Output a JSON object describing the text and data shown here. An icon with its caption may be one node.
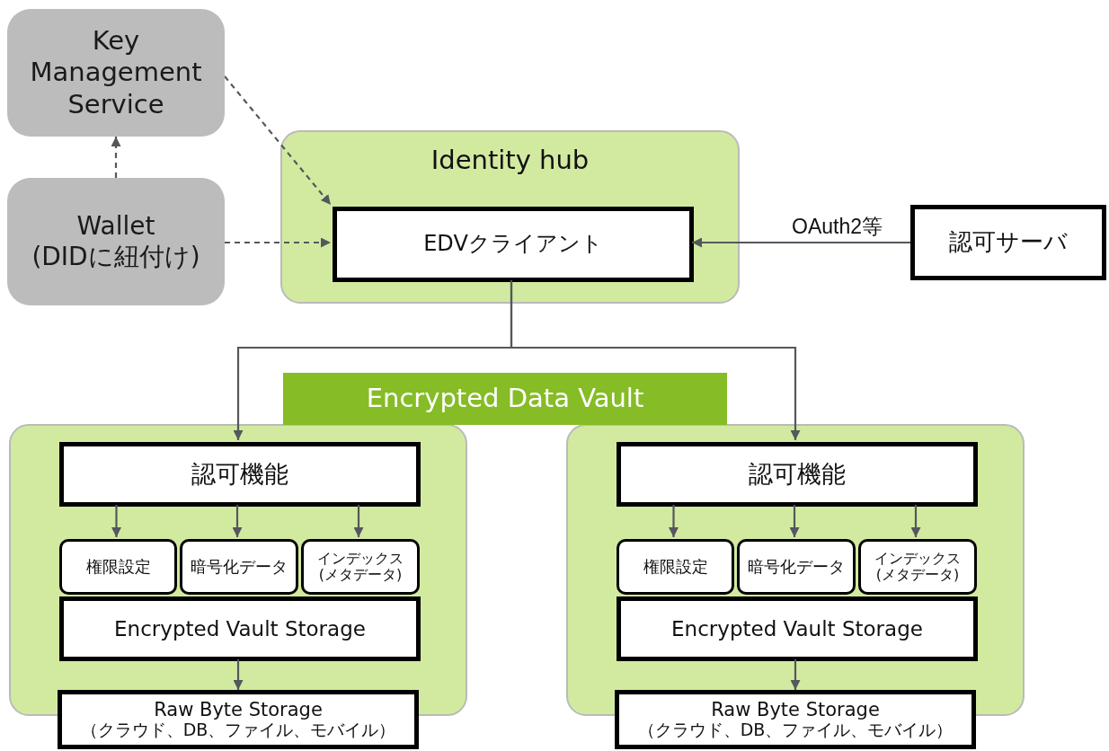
{
  "diagram": {
    "nodes": [
      {
        "text": [
          "Key Management Service"
        ]
      },
      {
        "text": [
          "Wallet (DIDに紐付け)"
        ]
      },
      {
        "text": [
          "Identity hub"
        ]
      },
      {
        "text": [
          "EDVクライアント"
        ],
        "in": 2
      },
      {
        "text": [
          "認可サーバ"
        ]
      },
      {
        "text": [
          "Encrypted Data Vault"
        ]
      },
      {
        "text": [],
        "shape": "box"
      },
      {
        "text": [
          "認可機能"
        ],
        "in": 6
      },
      {
        "text": [
          "権限設定"
        ],
        "in": 6
      },
      {
        "text": [
          "暗号化データ"
        ],
        "in": 6
      },
      {
        "text": [
          "インデックス (メタデータ)"
        ],
        "in": 6
      },
      {
        "text": [
          "Encrypted Vault Storage"
        ],
        "in": 6
      },
      {
        "text": [
          "Raw Byte Storage",
          "（クラウド、DB、ファイル、モバイル）"
        ]
      },
      {
        "text": [],
        "shape": "box"
      },
      {
        "text": [
          "認可機能"
        ],
        "in": 13
      },
      {
        "text": [
          "権限設定"
        ],
        "in": 13
      },
      {
        "text": [
          "暗号化データ"
        ],
        "in": 13
      },
      {
        "text": [
          "インデックス (メタデータ)"
        ],
        "in": 13
      },
      {
        "text": [
          "Encrypted Vault Storage"
        ],
        "in": 13
      },
      {
        "text": [
          "Raw Byte Storage",
          "（クラウド、DB、ファイル、モバイル）"
        ]
      }
    ],
    "edges": [
      {
        "from": 1,
        "to": 0,
        "arrow": "to",
        "style": "dashed"
      },
      {
        "from": 0,
        "to": 3,
        "arrow": "to",
        "style": "dashed"
      },
      {
        "from": 1,
        "to": 3,
        "arrow": "to",
        "style": "dashed"
      },
      {
        "from": 4,
        "to": 3,
        "arrow": "to",
        "label": "OAuth2等"
      },
      {
        "from": 3,
        "to": 7,
        "arrow": "to"
      },
      {
        "from": 3,
        "to": 14,
        "arrow": "to"
      },
      {
        "from": 7,
        "to": 8,
        "arrow": "to"
      },
      {
        "from": 7,
        "to": 9,
        "arrow": "to"
      },
      {
        "from": 7,
        "to": 10,
        "arrow": "to"
      },
      {
        "from": 11,
        "to": 12,
        "arrow": "to"
      },
      {
        "from": 14,
        "to": 15,
        "arrow": "to"
      },
      {
        "from": 14,
        "to": 16,
        "arrow": "to"
      },
      {
        "from": 14,
        "to": 17,
        "arrow": "to"
      },
      {
        "from": 18,
        "to": 19,
        "arrow": "to"
      }
    ]
  }
}
